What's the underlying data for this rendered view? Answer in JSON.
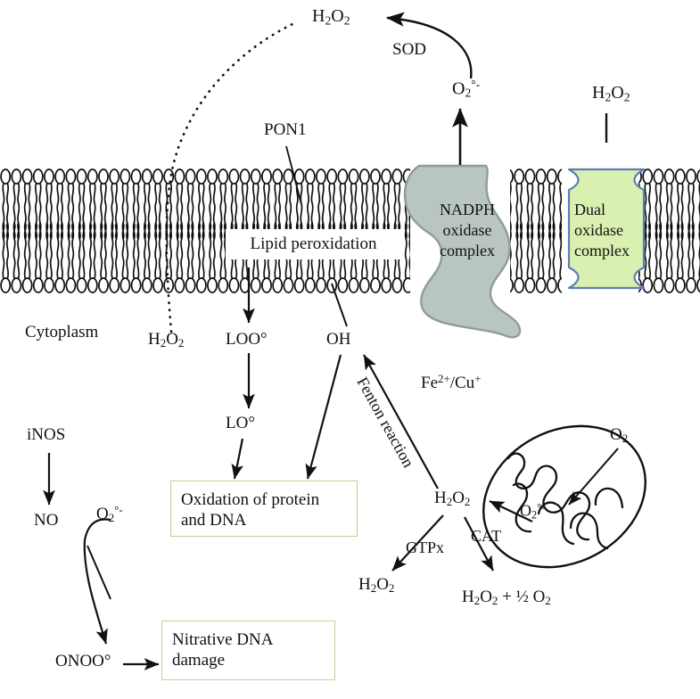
{
  "diagram": {
    "title": "Reactive oxygen species generation and antioxidant pathways at the cell membrane",
    "background": "#ffffff"
  },
  "colors": {
    "nadph_complex_fill": "#b9c5c1",
    "nadph_complex_stroke": "#8f9c99",
    "dual_oxidase_fill": "#d9f0b0",
    "dual_oxidase_stroke": "#5b7fb5",
    "box_border": "#c9cc96",
    "membrane_head": "#ffffff",
    "membrane_stroke": "#111111",
    "line": "#111111"
  },
  "labels": {
    "h2o2_top": "H2O2",
    "sod": "SOD",
    "superoxide_top": "O2",
    "superoxide_top_sup": "°-",
    "h2o2_right": "H2O2",
    "pon1": "PON1",
    "lipid_peroxidation": "Lipid peroxidation",
    "nadph_complex": [
      "NADPH",
      "oxidase",
      "complex"
    ],
    "dual_oxidase_complex": [
      "Dual",
      "oxidase",
      "complex"
    ],
    "cytoplasm": "Cytoplasm",
    "h2o2_membrane": "H2O2",
    "loo_radical": "LOO°",
    "lo_radical": "LO°",
    "oh_radical": "OH",
    "fenton_reaction": "Fenton reaction",
    "fe_cu": "Fe2+/Cu+",
    "h2o2_center": "H2O2",
    "gtpx": "GTPx",
    "cat": "CAT",
    "h2o2_gtpx_product": "H2O2",
    "cat_product": "H2O2 + ½ O2",
    "o2_mito": "O2",
    "superoxide_mito": "O2",
    "superoxide_mito_sup": "°-",
    "inos": "iNOS",
    "no": "NO",
    "superoxide_no": "O2",
    "superoxide_no_sup": "°-",
    "onoo": "ONOO°",
    "oxidation_box": [
      "Oxidation of protein",
      "and DNA"
    ],
    "nitrative_box": [
      "Nitrative DNA",
      "damage"
    ]
  },
  "subscripts": {
    "two": "2",
    "h": "H",
    "o": "O"
  }
}
